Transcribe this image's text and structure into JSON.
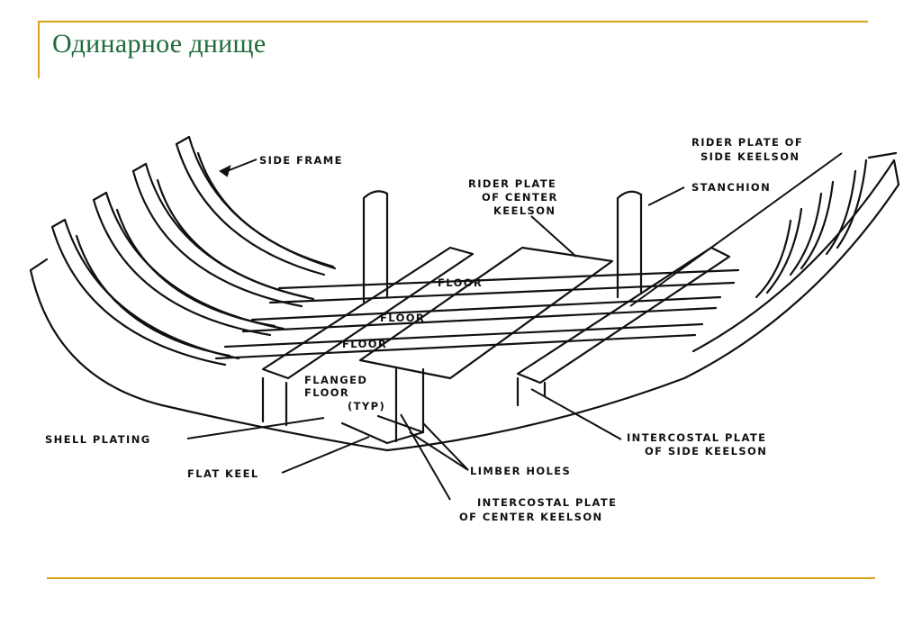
{
  "slide": {
    "title": "Одинарное днище",
    "title_color": "#1f6b3a",
    "rule_color": "#d9a21c"
  },
  "diagram": {
    "labels": {
      "side_frame": "SIDE FRAME",
      "rider_plate_side_1": "RIDER PLATE OF",
      "rider_plate_side_2": "SIDE KEELSON",
      "rider_plate_center_1": "RIDER PLATE",
      "rider_plate_center_2": "OF CENTER",
      "rider_plate_center_3": "KEELSON",
      "stanchion": "STANCHION",
      "floor_1": "FLOOR",
      "floor_2": "FLOOR",
      "floor_3": "FLOOR",
      "flanged_1": "FLANGED",
      "flanged_2": "FLOOR",
      "flanged_3": "(TYP)",
      "shell_plating": "SHELL PLATING",
      "flat_keel": "FLAT KEEL",
      "limber_holes": "LIMBER HOLES",
      "intercostal_side_1": "INTERCOSTAL PLATE",
      "intercostal_side_2": "OF SIDE KEELSON",
      "intercostal_center_1": "INTERCOSTAL PLATE",
      "intercostal_center_2": "OF CENTER KEELSON"
    }
  }
}
